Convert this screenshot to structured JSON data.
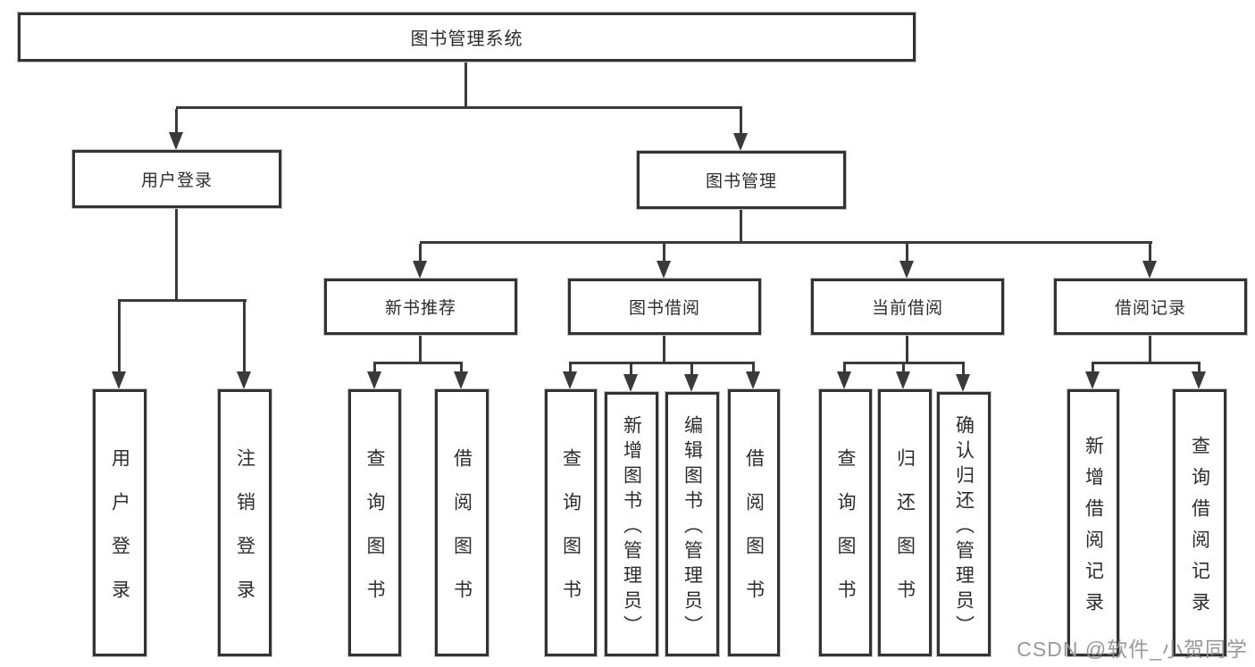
{
  "tree": {
    "label": "图书管理系统",
    "children": [
      {
        "label": "用户登录",
        "children": [
          {
            "label": "用户登录"
          },
          {
            "label": "注销登录"
          }
        ]
      },
      {
        "label": "图书管理",
        "children": [
          {
            "label": "新书推荐",
            "children": [
              {
                "label": "查询图书"
              },
              {
                "label": "借阅图书"
              }
            ]
          },
          {
            "label": "图书借阅",
            "children": [
              {
                "label": "查询图书"
              },
              {
                "label": "新增图书（管理员）"
              },
              {
                "label": "编辑图书（管理员）"
              },
              {
                "label": "借阅图书"
              }
            ]
          },
          {
            "label": "当前借阅",
            "children": [
              {
                "label": "查询图书"
              },
              {
                "label": "归还图书"
              },
              {
                "label": "确认归还（管理员）"
              }
            ]
          },
          {
            "label": "借阅记录",
            "children": [
              {
                "label": "新增借阅记录"
              },
              {
                "label": "查询借阅记录"
              }
            ]
          }
        ]
      }
    ]
  },
  "watermark": {
    "text": "CSDN @软件_小贺同学"
  },
  "colors": {
    "line": "#3a3a3a",
    "border": "#333333",
    "text": "#2d2d2d",
    "watermark": "#949494",
    "background": "#ffffff"
  }
}
